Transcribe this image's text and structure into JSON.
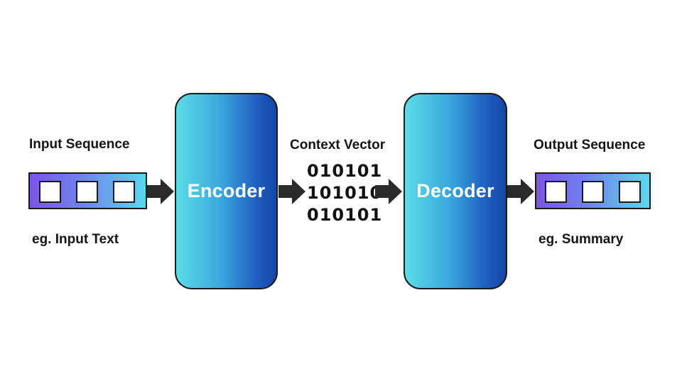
{
  "input": {
    "title": "Input Sequence",
    "example": "eg. Input Text"
  },
  "encoder": {
    "label": "Encoder"
  },
  "context": {
    "title": "Context Vector",
    "bits": [
      "010101",
      "101010",
      "010101"
    ]
  },
  "decoder": {
    "label": "Decoder"
  },
  "output": {
    "title": "Output Sequence",
    "example": "eg. Summary"
  },
  "colors": {
    "sequence_gradient": [
      "#7b55e8",
      "#5cd6ee"
    ],
    "block_gradient": [
      "#5bdde8",
      "#1446a6"
    ],
    "arrow": "#2a2a2a"
  }
}
